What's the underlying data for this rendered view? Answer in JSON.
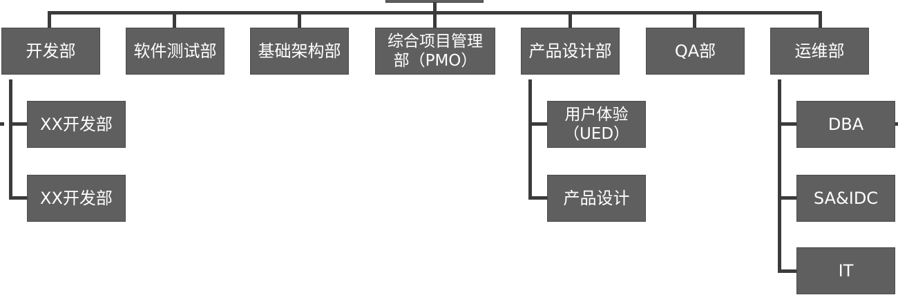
{
  "org_chart": {
    "root": {
      "label": ""
    },
    "departments": [
      {
        "key": "dev",
        "label": "开发部",
        "children": [
          "XX开发部",
          "XX开发部"
        ]
      },
      {
        "key": "test",
        "label": "软件测试部",
        "children": []
      },
      {
        "key": "infra",
        "label": "基础架构部",
        "children": []
      },
      {
        "key": "pmo",
        "label": "综合项目管理\n部（PMO）",
        "children": []
      },
      {
        "key": "product",
        "label": "产品设计部",
        "children": [
          "用户体验\n（UED）",
          "产品设计"
        ]
      },
      {
        "key": "qa",
        "label": "QA部",
        "children": []
      },
      {
        "key": "ops",
        "label": "运维部",
        "children": [
          "DBA",
          "SA&IDC",
          "IT"
        ]
      }
    ]
  },
  "colors": {
    "node_fill": "#5f5f5f",
    "node_text": "#ffffff",
    "connector": "#3b3b3b",
    "background": "#ffffff"
  }
}
